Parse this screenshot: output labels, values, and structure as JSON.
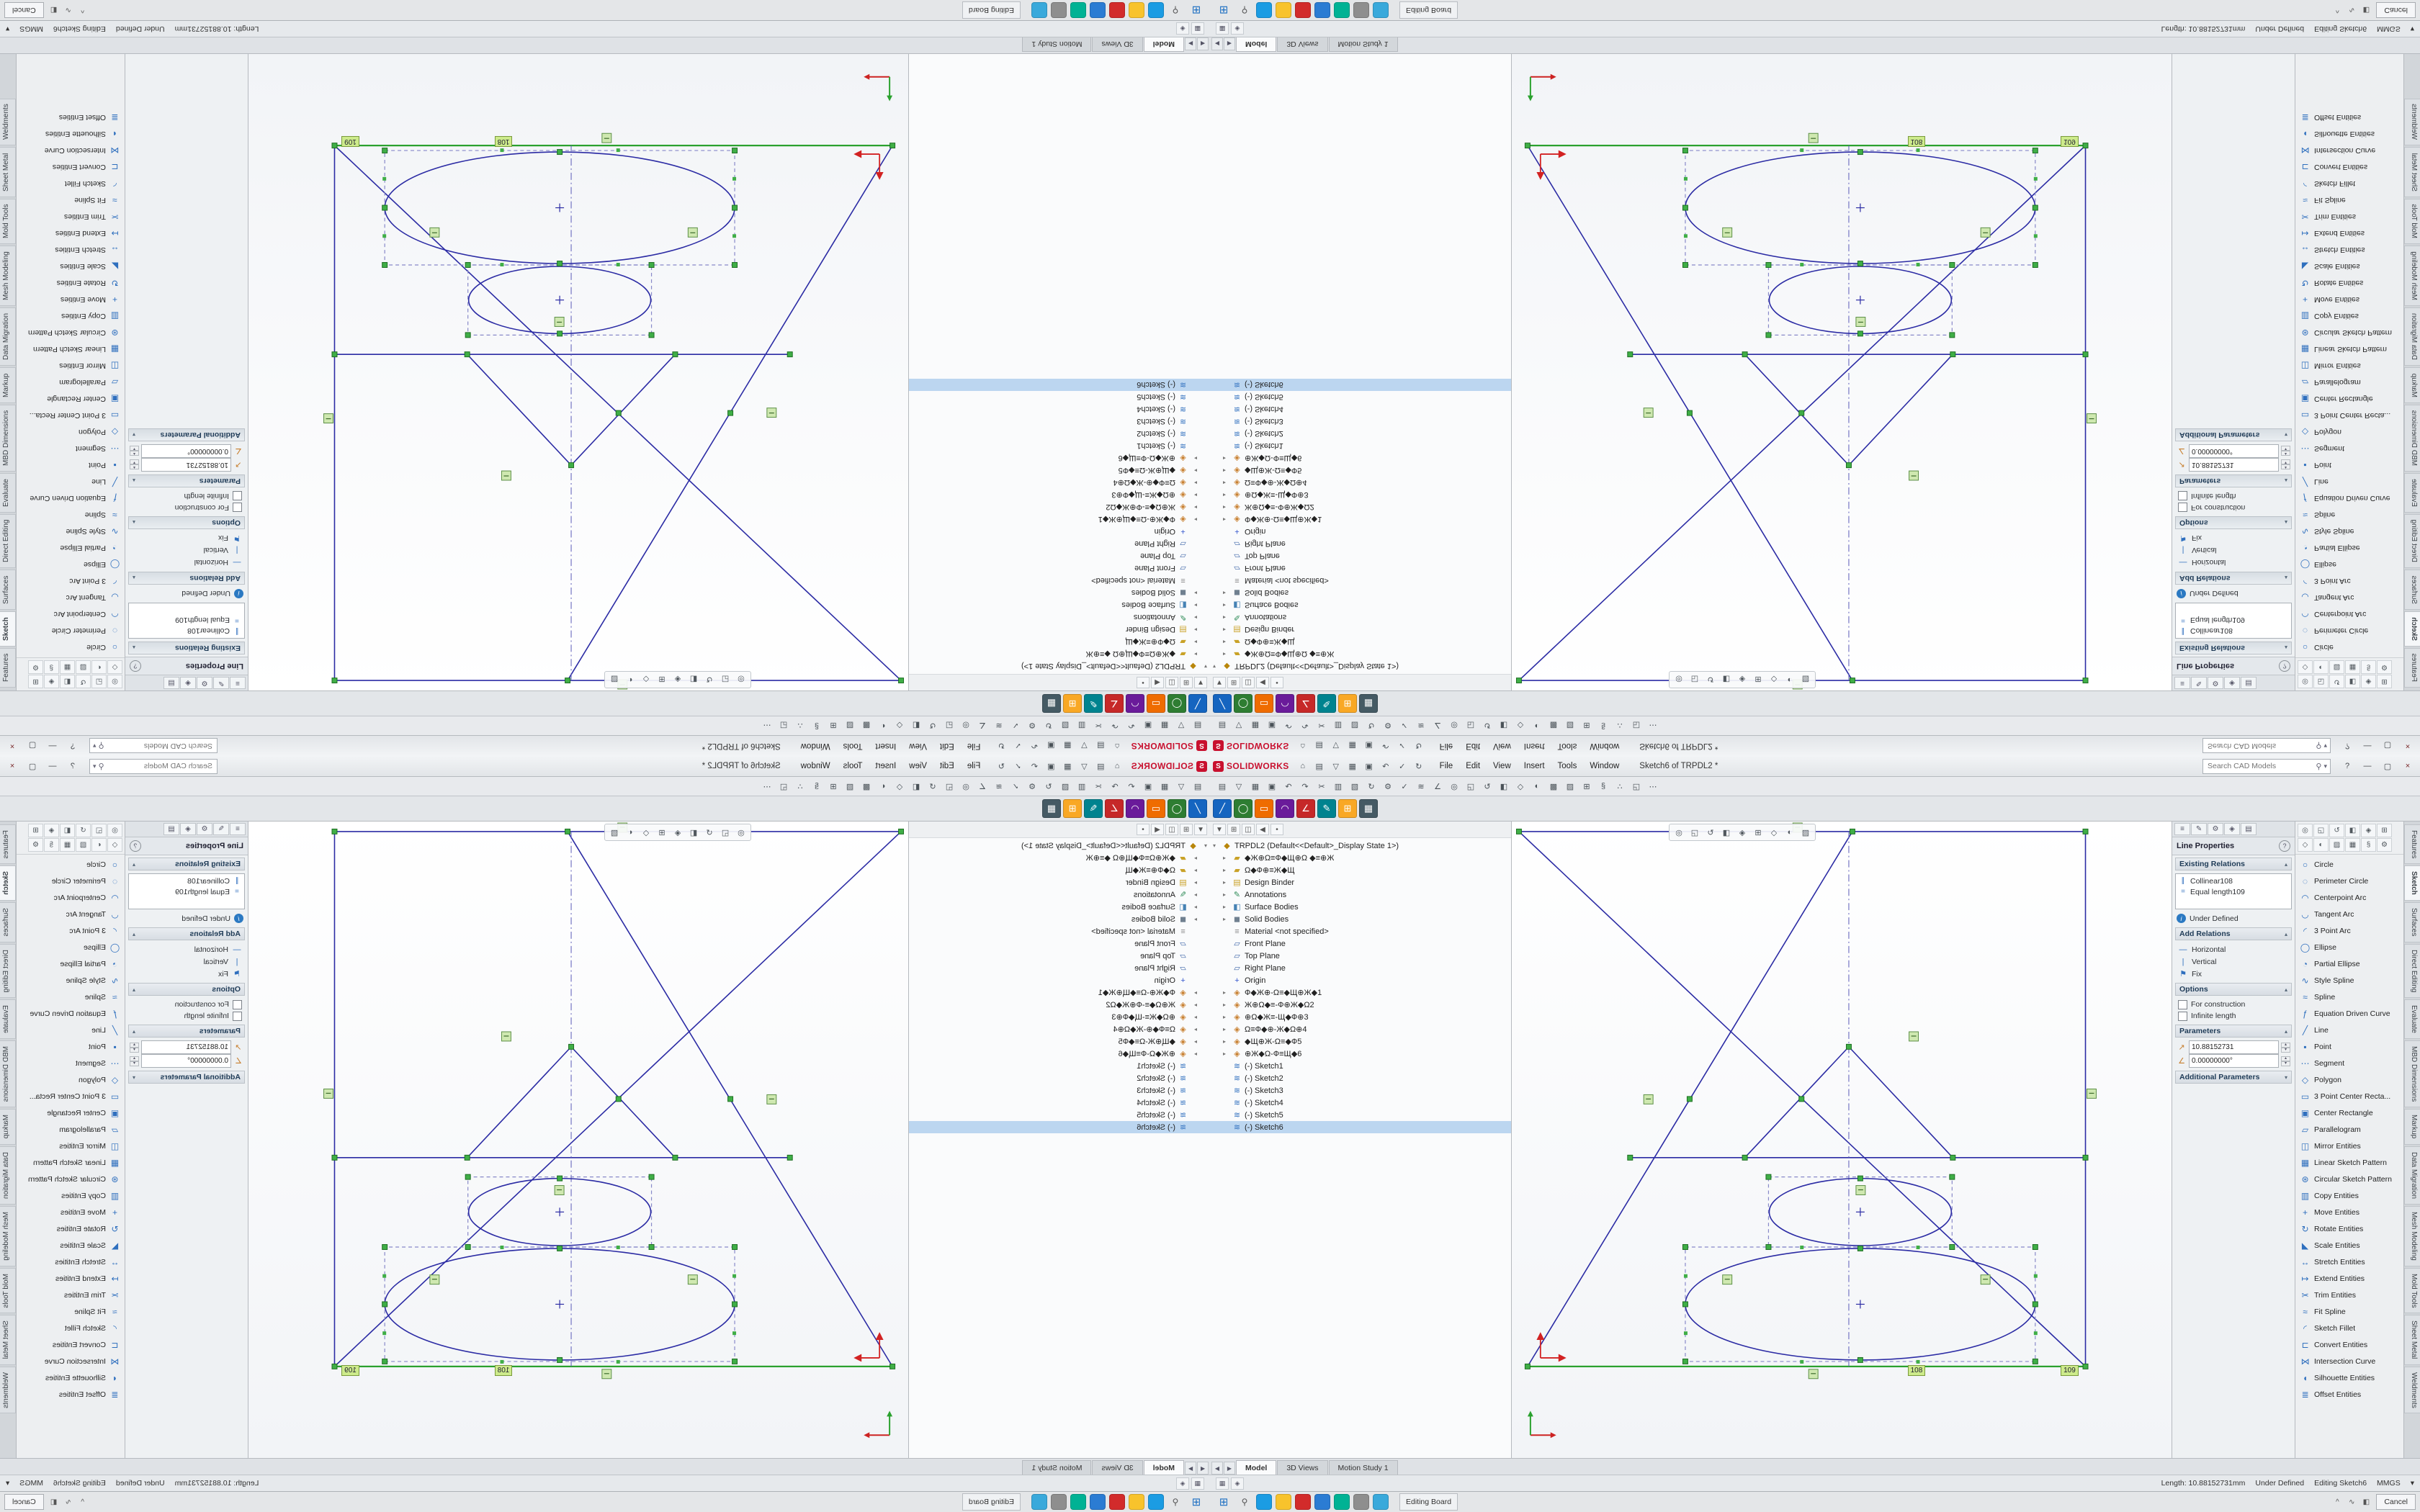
{
  "colors": {
    "brand_red": "#c8102e",
    "sketch_blue": "#2b2ba4",
    "selected_green": "#2aa12e",
    "handle_green": "#3fae46",
    "relation_box_bg": "#cfe8b0",
    "tag_bg": "#cdeb8b",
    "chrome_bg": "#dcdfe3"
  },
  "titlebar": {
    "logo_mark": "S",
    "logo_text": "SOLIDWORKS",
    "menus": [
      "File",
      "Edit",
      "View",
      "Insert",
      "Tools",
      "Window"
    ],
    "quick_icons": [
      {
        "icon": "home-icon",
        "glyph": "⌂"
      },
      {
        "icon": "new-document-icon",
        "glyph": "▤"
      },
      {
        "icon": "open-icon",
        "glyph": "▽"
      },
      {
        "icon": "save-icon",
        "glyph": "▦"
      },
      {
        "icon": "print-icon",
        "glyph": "▣"
      },
      {
        "icon": "undo-icon",
        "glyph": "↶"
      },
      {
        "icon": "select-icon",
        "glyph": "✓"
      },
      {
        "icon": "rebuild-icon",
        "glyph": "↻"
      }
    ],
    "title": "Sketch6 of TRPDL2 *",
    "search": {
      "placeholder": "Search CAD Models",
      "search_icon_glyph": "⚲",
      "caret_glyph": "▾"
    },
    "controls": [
      {
        "icon": "help-icon",
        "glyph": "?"
      },
      {
        "icon": "minimize-icon",
        "glyph": "—"
      },
      {
        "icon": "restore-icon",
        "glyph": "▢"
      },
      {
        "icon": "close-icon",
        "glyph": "×"
      }
    ]
  },
  "std_toolbar": {
    "icons": [
      {
        "icon": "new-document-icon",
        "glyph": "▤"
      },
      {
        "icon": "open-icon",
        "glyph": "▽"
      },
      {
        "icon": "save-icon",
        "glyph": "▦"
      },
      {
        "icon": "print-icon",
        "glyph": "▣"
      },
      {
        "icon": "undo-icon",
        "glyph": "↶"
      },
      {
        "icon": "redo-icon",
        "glyph": "↷"
      },
      {
        "icon": "cut-icon",
        "glyph": "✂"
      },
      {
        "icon": "copy-icon",
        "glyph": "▥"
      },
      {
        "icon": "paste-icon",
        "glyph": "▧"
      },
      {
        "icon": "rebuild-icon",
        "glyph": "↻"
      },
      {
        "icon": "options-icon",
        "glyph": "⚙"
      },
      {
        "icon": "select-icon",
        "glyph": "✓"
      },
      {
        "icon": "sketch-icon",
        "glyph": "≋"
      },
      {
        "icon": "smart-dimension-icon",
        "glyph": "∠"
      },
      {
        "icon": "zoom-fit-icon",
        "glyph": "◎"
      },
      {
        "icon": "zoom-area-icon",
        "glyph": "◱"
      },
      {
        "icon": "previous-view-icon",
        "glyph": "↺"
      },
      {
        "icon": "section-view-icon",
        "glyph": "◧"
      },
      {
        "icon": "display-style-icon",
        "glyph": "◇"
      },
      {
        "icon": "hide-show-icon",
        "glyph": "◐"
      },
      {
        "icon": "appearance-icon",
        "glyph": "▩"
      },
      {
        "icon": "scene-icon",
        "glyph": "▨"
      },
      {
        "icon": "view-orientation-icon",
        "glyph": "⊞"
      },
      {
        "icon": "filter-icon",
        "glyph": "§"
      },
      {
        "icon": "measure-icon",
        "glyph": "∴"
      },
      {
        "icon": "mass-properties-icon",
        "glyph": "◱"
      },
      {
        "icon": "more-icon",
        "glyph": "⋯"
      }
    ]
  },
  "cmdbar": {
    "cluster": [
      {
        "icon": "line-tool-icon",
        "glyph": "╱",
        "color": "#1565c0"
      },
      {
        "icon": "circle-tool-icon",
        "glyph": "◯",
        "color": "#2e7d32"
      },
      {
        "icon": "rectangle-tool-icon",
        "glyph": "▭",
        "color": "#ef6c00"
      },
      {
        "icon": "arc-tool-icon",
        "glyph": "◠",
        "color": "#6a1b9a"
      },
      {
        "icon": "smart-dimension-icon",
        "glyph": "∠",
        "color": "#c62828"
      },
      {
        "icon": "sketch-edit-icon",
        "glyph": "✎",
        "color": "#00838f"
      },
      {
        "icon": "view-orientation-icon",
        "glyph": "⊞",
        "color": "#f9a825"
      },
      {
        "icon": "pattern-tool-icon",
        "glyph": "▦",
        "color": "#455a64"
      }
    ]
  },
  "headsup": {
    "icons": [
      {
        "icon": "zoom-fit-icon",
        "glyph": "◎"
      },
      {
        "icon": "zoom-area-icon",
        "glyph": "◱"
      },
      {
        "icon": "previous-view-icon",
        "glyph": "↺"
      },
      {
        "icon": "section-view-icon",
        "glyph": "◧"
      },
      {
        "icon": "dynamic-annotation-icon",
        "glyph": "◈"
      },
      {
        "icon": "view-orientation-icon",
        "glyph": "⊞"
      },
      {
        "icon": "display-style-icon",
        "glyph": "◇"
      },
      {
        "icon": "hide-show-icon",
        "glyph": "◐"
      },
      {
        "icon": "scene-icon",
        "glyph": "▨"
      }
    ]
  },
  "tree": {
    "tools": [
      {
        "icon": "tree-filter-icon",
        "glyph": "▼"
      },
      {
        "icon": "tree-expand-icon",
        "glyph": "⊞"
      },
      {
        "icon": "tree-display-pane-icon",
        "glyph": "◫"
      },
      {
        "icon": "tree-collapse-icon",
        "glyph": "◀"
      },
      {
        "icon": "tree-pin-icon",
        "glyph": "•"
      }
    ],
    "rows": [
      {
        "icon": "part-icon",
        "glyph": "◆",
        "arrow": "▾",
        "ind": 0,
        "state": "",
        "label": "TRPDL2 (Default<<Default>_Display State 1>)"
      },
      {
        "icon": "folder-icon",
        "glyph": "▰",
        "arrow": "▸",
        "ind": 1,
        "state": "",
        "label": "◆Ж⊕Ω≡Ф◆Щ⊕Ω ◆≡⊕Ж"
      },
      {
        "icon": "folder-icon",
        "glyph": "▰",
        "arrow": "▸",
        "ind": 1,
        "state": "",
        "label": "Ω◆Ф⊕≡Ж◆Щ"
      },
      {
        "icon": "binder-icon",
        "glyph": "▤",
        "arrow": "▸",
        "ind": 1,
        "state": "",
        "label": "Design Binder"
      },
      {
        "icon": "annotations-icon",
        "glyph": "✎",
        "arrow": "▸",
        "ind": 1,
        "state": "",
        "label": "Annotations"
      },
      {
        "icon": "surface-bodies-icon",
        "glyph": "◧",
        "arrow": "▸",
        "ind": 1,
        "state": "",
        "label": "Surface Bodies"
      },
      {
        "icon": "solid-bodies-icon",
        "glyph": "◼",
        "arrow": "▸",
        "ind": 1,
        "state": "",
        "label": "Solid Bodies"
      },
      {
        "icon": "material-icon",
        "glyph": "≡",
        "arrow": "",
        "ind": 1,
        "state": "",
        "label": "Material <not specified>"
      },
      {
        "icon": "plane-icon",
        "glyph": "▱",
        "arrow": "",
        "ind": 1,
        "state": "",
        "label": "Front Plane"
      },
      {
        "icon": "plane-icon",
        "glyph": "▱",
        "arrow": "",
        "ind": 1,
        "state": "",
        "label": "Top Plane"
      },
      {
        "icon": "plane-icon",
        "glyph": "▱",
        "arrow": "",
        "ind": 1,
        "state": "",
        "label": "Right Plane"
      },
      {
        "icon": "origin-icon",
        "glyph": "+",
        "arrow": "",
        "ind": 1,
        "state": "",
        "label": "Origin"
      },
      {
        "icon": "feature-icon",
        "glyph": "◈",
        "arrow": "▸",
        "ind": 1,
        "state": "",
        "label": "Ф◆Ж⊕-Ω≡◆Щ⊕Ж◆1"
      },
      {
        "icon": "feature-icon",
        "glyph": "◈",
        "arrow": "▸",
        "ind": 1,
        "state": "",
        "label": "Ж⊕Ω◆≡-Ф⊕Ж◆Ω2"
      },
      {
        "icon": "feature-icon",
        "glyph": "◈",
        "arrow": "▸",
        "ind": 1,
        "state": "",
        "label": "⊕Ω◆Ж≡-Щ◆Ф⊕3"
      },
      {
        "icon": "feature-icon",
        "glyph": "◈",
        "arrow": "▸",
        "ind": 1,
        "state": "",
        "label": "Ω≡Ф◆⊕-Ж◆Ω⊕4"
      },
      {
        "icon": "feature-icon",
        "glyph": "◈",
        "arrow": "▸",
        "ind": 1,
        "state": "",
        "label": "◆Щ⊕Ж-Ω≡◆Ф5"
      },
      {
        "icon": "feature-icon",
        "glyph": "◈",
        "arrow": "▸",
        "ind": 1,
        "state": "",
        "label": "⊕Ж◆Ω-Ф≡Щ◆6"
      },
      {
        "icon": "sketch-tree-icon",
        "glyph": "≋",
        "arrow": "",
        "ind": 1,
        "state": "",
        "label": "(-) Sketch1"
      },
      {
        "icon": "sketch-tree-icon",
        "glyph": "≋",
        "arrow": "",
        "ind": 1,
        "state": "",
        "label": "(-) Sketch2"
      },
      {
        "icon": "sketch-tree-icon",
        "glyph": "≋",
        "arrow": "",
        "ind": 1,
        "state": "",
        "label": "(-) Sketch3"
      },
      {
        "icon": "sketch-tree-icon",
        "glyph": "≋",
        "arrow": "",
        "ind": 1,
        "state": "",
        "label": "(-) Sketch4"
      },
      {
        "icon": "sketch-tree-icon",
        "glyph": "≋",
        "arrow": "",
        "ind": 1,
        "state": "",
        "label": "(-) Sketch5"
      },
      {
        "icon": "sketch-tree-icon",
        "glyph": "≋",
        "arrow": "",
        "ind": 1,
        "state": "selected",
        "label": "(-) Sketch6"
      }
    ]
  },
  "graphics": {
    "tags": [
      "108",
      "109"
    ]
  },
  "pm": {
    "tabs": [
      {
        "icon": "featuremanager-tab-icon",
        "glyph": "≡"
      },
      {
        "icon": "propertymanager-tab-icon",
        "glyph": "✎"
      },
      {
        "icon": "configurationmanager-tab-icon",
        "glyph": "⚙"
      },
      {
        "icon": "dimxpertmanager-tab-icon",
        "glyph": "◈"
      },
      {
        "icon": "displaymanager-tab-icon",
        "glyph": "▤"
      }
    ],
    "title": "Line Properties",
    "help_glyph": "?",
    "existing": {
      "label": "Existing Relations",
      "items": [
        {
          "icon": "collinear-relation-icon",
          "glyph": "∥",
          "label": "Collinear108"
        },
        {
          "icon": "equal-relation-icon",
          "glyph": "=",
          "label": "Equal length109"
        }
      ],
      "status": "Under Defined"
    },
    "add": {
      "label": "Add Relations",
      "items": [
        {
          "icon": "horizontal-relation-icon",
          "glyph": "—",
          "label": "Horizontal"
        },
        {
          "icon": "vertical-relation-icon",
          "glyph": "|",
          "label": "Vertical"
        },
        {
          "icon": "fix-relation-icon",
          "glyph": "⚑",
          "label": "Fix"
        }
      ]
    },
    "options": {
      "label": "Options",
      "checks": [
        "For construction",
        "Infinite length"
      ]
    },
    "params": {
      "label": "Parameters",
      "fields": [
        {
          "icon": "length-icon",
          "glyph": "↗",
          "value": "10.88152731"
        },
        {
          "icon": "angle-icon",
          "glyph": "∠",
          "value": "0.00000000°"
        }
      ]
    },
    "additional": {
      "label": "Additional Parameters"
    }
  },
  "sidebar": {
    "top_icons": [
      {
        "icon": "zoom-fit-icon",
        "glyph": "◎"
      },
      {
        "icon": "zoom-area-icon",
        "glyph": "◱"
      },
      {
        "icon": "previous-view-icon",
        "glyph": "↺"
      },
      {
        "icon": "section-view-icon",
        "glyph": "◧"
      },
      {
        "icon": "dynamic-annotation-icon",
        "glyph": "◈"
      },
      {
        "icon": "view-orientation-icon",
        "glyph": "⊞"
      },
      {
        "icon": "display-style-icon",
        "glyph": "◇"
      },
      {
        "icon": "hide-show-icon",
        "glyph": "◐"
      },
      {
        "icon": "scene-icon",
        "glyph": "▨"
      },
      {
        "icon": "grid-icon",
        "glyph": "▦"
      },
      {
        "icon": "filter-icon",
        "glyph": "§"
      },
      {
        "icon": "options-icon",
        "glyph": "⚙"
      }
    ],
    "items": [
      {
        "icon": "circle-tool-icon",
        "glyph": "○",
        "label": "Circle"
      },
      {
        "icon": "perimeter-circle-icon",
        "glyph": "◌",
        "label": "Perimeter Circle"
      },
      {
        "icon": "centerpoint-arc-icon",
        "glyph": "◠",
        "label": "Centerpoint Arc"
      },
      {
        "icon": "tangent-arc-icon",
        "glyph": "◡",
        "label": "Tangent Arc"
      },
      {
        "icon": "three-point-arc-icon",
        "glyph": "◜",
        "label": "3 Point Arc"
      },
      {
        "icon": "ellipse-icon",
        "glyph": "◯",
        "label": "Ellipse"
      },
      {
        "icon": "partial-ellipse-icon",
        "glyph": "◔",
        "label": "Partial Ellipse"
      },
      {
        "icon": "style-spline-icon",
        "glyph": "∿",
        "label": "Style Spline"
      },
      {
        "icon": "spline-icon",
        "glyph": "≈",
        "label": "Spline"
      },
      {
        "icon": "equation-driven-curve-icon",
        "glyph": "ƒ",
        "label": "Equation Driven Curve"
      },
      {
        "icon": "line-tool-icon",
        "glyph": "╱",
        "label": "Line"
      },
      {
        "icon": "point-tool-icon",
        "glyph": "▪",
        "label": "Point"
      },
      {
        "icon": "segment-tool-icon",
        "glyph": "⋯",
        "label": "Segment"
      },
      {
        "icon": "polygon-tool-icon",
        "glyph": "◇",
        "label": "Polygon"
      },
      {
        "icon": "three-point-center-rectangle-icon",
        "glyph": "▭",
        "label": "3 Point Center Recta..."
      },
      {
        "icon": "center-rectangle-icon",
        "glyph": "▣",
        "label": "Center Rectangle"
      },
      {
        "icon": "parallelogram-icon",
        "glyph": "▱",
        "label": "Parallelogram"
      },
      {
        "icon": "mirror-entities-icon",
        "glyph": "◫",
        "label": "Mirror Entities"
      },
      {
        "icon": "linear-sketch-pattern-icon",
        "glyph": "▦",
        "label": "Linear Sketch Pattern"
      },
      {
        "icon": "circular-sketch-pattern-icon",
        "glyph": "⊛",
        "label": "Circular Sketch Pattern"
      },
      {
        "icon": "copy-entities-icon",
        "glyph": "▥",
        "label": "Copy Entities"
      },
      {
        "icon": "move-entities-icon",
        "glyph": "+",
        "label": "Move Entities"
      },
      {
        "icon": "rotate-entities-icon",
        "glyph": "↻",
        "label": "Rotate Entities"
      },
      {
        "icon": "scale-entities-icon",
        "glyph": "◣",
        "label": "Scale Entities"
      },
      {
        "icon": "stretch-entities-icon",
        "glyph": "↔",
        "label": "Stretch Entities"
      },
      {
        "icon": "extend-entities-icon",
        "glyph": "↦",
        "label": "Extend Entities"
      },
      {
        "icon": "trim-entities-icon",
        "glyph": "✂",
        "label": "Trim Entities"
      },
      {
        "icon": "fit-spline-icon",
        "glyph": "≈",
        "label": "Fit Spline"
      },
      {
        "icon": "sketch-fillet-icon",
        "glyph": "◜",
        "label": "Sketch Fillet"
      },
      {
        "icon": "convert-entities-icon",
        "glyph": "⊏",
        "label": "Convert Entities"
      },
      {
        "icon": "intersection-curve-icon",
        "glyph": "⋈",
        "label": "Intersection Curve"
      },
      {
        "icon": "silhouette-entities-icon",
        "glyph": "◖",
        "label": "Silhouette Entities"
      },
      {
        "icon": "offset-entities-icon",
        "glyph": "≣",
        "label": "Offset Entities"
      }
    ]
  },
  "side_tabs": [
    {
      "label": "Features",
      "state": ""
    },
    {
      "label": "Sketch",
      "state": "active"
    },
    {
      "label": "Surfaces",
      "state": ""
    },
    {
      "label": "Direct Editing",
      "state": ""
    },
    {
      "label": "Evaluate",
      "state": ""
    },
    {
      "label": "MBD Dimensions",
      "state": ""
    },
    {
      "label": "Markup",
      "state": ""
    },
    {
      "label": "Data Migration",
      "state": ""
    },
    {
      "label": "Mesh Modeling",
      "state": ""
    },
    {
      "label": "Mold Tools",
      "state": ""
    },
    {
      "label": "Sheet Metal",
      "state": ""
    },
    {
      "label": "Weldments",
      "state": ""
    }
  ],
  "model_tabs": {
    "nav_left": "◀",
    "nav_right": "▶",
    "tabs": [
      {
        "label": "Model",
        "state": "active"
      },
      {
        "label": "3D Views",
        "state": ""
      },
      {
        "label": "Motion Study 1",
        "state": ""
      }
    ]
  },
  "status": {
    "left_icons": [
      {
        "icon": "status-grid-icon",
        "glyph": "▦"
      },
      {
        "icon": "status-tag-icon",
        "glyph": "◈"
      }
    ],
    "length": "Length: 10.88152731mm",
    "state": "Under Defined",
    "editing": "Editing Sketch6",
    "units": "MMGS",
    "caret": "▾"
  },
  "taskbar": {
    "start_glyph": "⊞",
    "search_glyph": "⚲",
    "apps": [
      {
        "icon": "edge-browser-icon",
        "color": "#1b9ce3"
      },
      {
        "icon": "file-explorer-icon",
        "color": "#f8c32c"
      },
      {
        "icon": "solidworks-app-icon",
        "color": "#d22b2b"
      },
      {
        "icon": "mail-app-icon",
        "color": "#2b7cd3"
      },
      {
        "icon": "store-app-icon",
        "color": "#00b294"
      },
      {
        "icon": "settings-app-icon",
        "color": "#8e8e8e"
      },
      {
        "icon": "editor-app-icon",
        "color": "#39a9db"
      }
    ],
    "window_button": "Editing Board",
    "tray": [
      {
        "icon": "hidden-icons-icon",
        "glyph": "^"
      },
      {
        "icon": "network-icon",
        "glyph": "∿"
      },
      {
        "icon": "volume-icon",
        "glyph": "◧"
      }
    ],
    "cancel_label": "Cancel"
  }
}
